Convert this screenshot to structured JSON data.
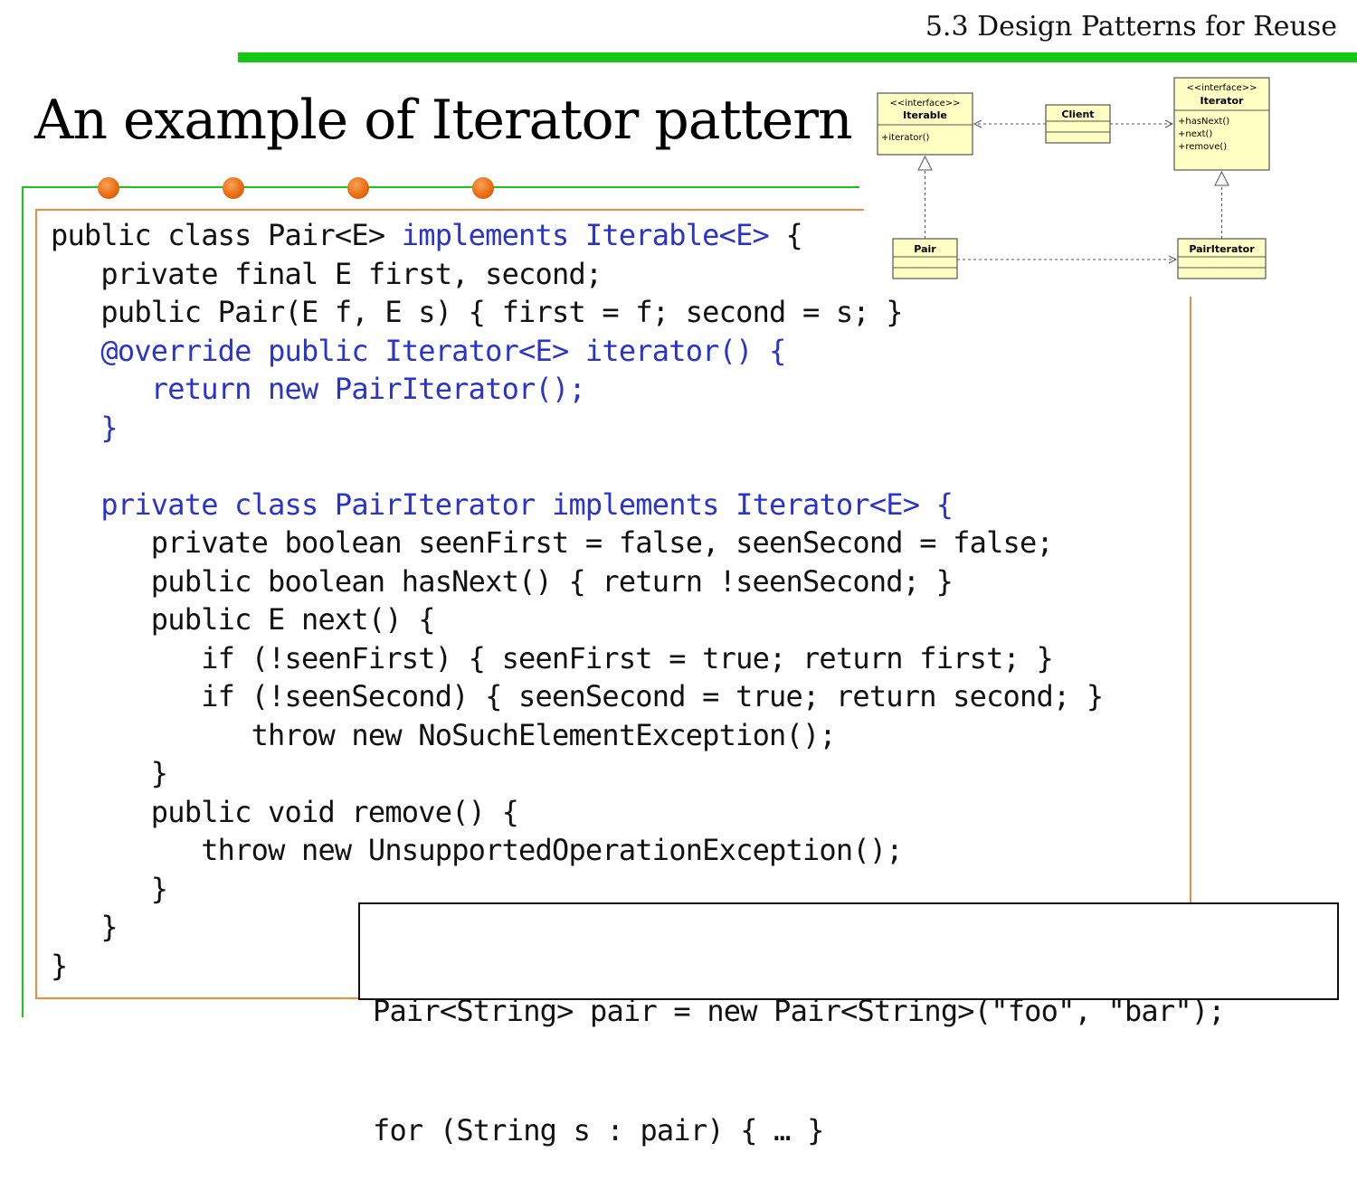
{
  "header": {
    "section_title": "5.3 Design Patterns for Reuse"
  },
  "slide": {
    "title": "An example of Iterator pattern"
  },
  "colors": {
    "accent_green": "#14c814",
    "frame_orange": "#f08a3c",
    "bullet_orange": "#ea6d12",
    "code_blue": "#2a34c8",
    "uml_fill": "#ffffc4"
  },
  "code_lines": [
    {
      "indent": 0,
      "segments": [
        {
          "t": "public class Pair<E> "
        },
        {
          "t": "implements Iterable<E>",
          "blue": true
        },
        {
          "t": " {"
        }
      ]
    },
    {
      "indent": 1,
      "segments": [
        {
          "t": "private final E first, second;"
        }
      ]
    },
    {
      "indent": 1,
      "segments": [
        {
          "t": "public Pair(E f, E s) { first = f; second = s; }"
        }
      ]
    },
    {
      "indent": 1,
      "segments": [
        {
          "t": "@override public Iterator<E> iterator() {",
          "blue": true
        }
      ]
    },
    {
      "indent": 2,
      "segments": [
        {
          "t": "return new PairIterator();",
          "blue": true
        }
      ]
    },
    {
      "indent": 1,
      "segments": [
        {
          "t": "}",
          "blue": true
        }
      ]
    },
    {
      "indent": 0,
      "segments": [
        {
          "t": ""
        }
      ]
    },
    {
      "indent": 1,
      "segments": [
        {
          "t": "private class PairIterator implements Iterator<E> {",
          "blue": true
        }
      ]
    },
    {
      "indent": 2,
      "segments": [
        {
          "t": "private boolean seenFirst = false, seenSecond = false;"
        }
      ]
    },
    {
      "indent": 2,
      "segments": [
        {
          "t": "public boolean hasNext() { return !seenSecond; }"
        }
      ]
    },
    {
      "indent": 2,
      "segments": [
        {
          "t": "public E next() {"
        }
      ]
    },
    {
      "indent": 3,
      "segments": [
        {
          "t": "if (!seenFirst) { seenFirst = true; return first; }"
        }
      ]
    },
    {
      "indent": 3,
      "segments": [
        {
          "t": "if (!seenSecond) { seenSecond = true; return second; }"
        }
      ]
    },
    {
      "indent": 4,
      "segments": [
        {
          "t": "throw new NoSuchElementException();"
        }
      ]
    },
    {
      "indent": 2,
      "segments": [
        {
          "t": "}"
        }
      ]
    },
    {
      "indent": 2,
      "segments": [
        {
          "t": "public void remove() {"
        }
      ]
    },
    {
      "indent": 3,
      "segments": [
        {
          "t": "throw new UnsupportedOperationException();"
        }
      ]
    },
    {
      "indent": 2,
      "segments": [
        {
          "t": "}"
        }
      ]
    },
    {
      "indent": 1,
      "segments": [
        {
          "t": "}"
        }
      ]
    },
    {
      "indent": 0,
      "segments": [
        {
          "t": "}"
        }
      ]
    }
  ],
  "usage_lines": [
    "Pair<String> pair = new Pair<String>(\"foo\", \"bar\");",
    "for (String s : pair) { … }"
  ],
  "uml": {
    "iterable": {
      "stereotype": "<<interface>>",
      "name": "Iterable",
      "methods": [
        "+iterator()"
      ]
    },
    "client": {
      "name": "Client"
    },
    "iterator": {
      "stereotype": "<<interface>>",
      "name": "Iterator",
      "methods": [
        "+hasNext()",
        "+next()",
        "+remove()"
      ]
    },
    "pair": {
      "name": "Pair"
    },
    "pair_iterator": {
      "name": "PairIterator"
    }
  }
}
